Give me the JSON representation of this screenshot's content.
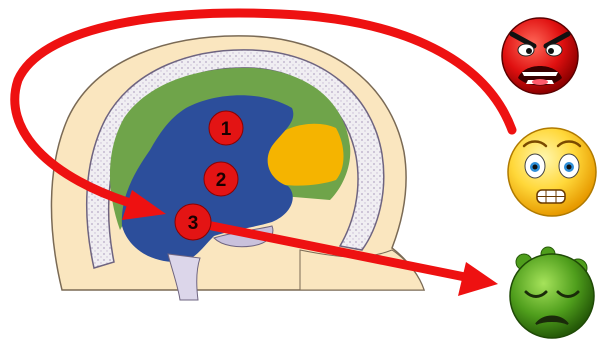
{
  "diagram": {
    "markers": [
      {
        "id": "marker-1",
        "label": "1"
      },
      {
        "id": "marker-2",
        "label": "2"
      },
      {
        "id": "marker-3",
        "label": "3"
      }
    ],
    "emotions": [
      {
        "id": "angry",
        "icon": "angry-face-icon"
      },
      {
        "id": "frightened",
        "icon": "frightened-face-icon"
      },
      {
        "id": "sick",
        "icon": "sick-face-icon"
      }
    ],
    "arrows": [
      {
        "from": "frightened-face",
        "to": "marker-3",
        "icon": "arrow-loop-icon"
      },
      {
        "from": "marker-3",
        "to": "sick-face",
        "icon": "arrow-right-icon"
      }
    ],
    "colors": {
      "arrow": "#ee1111",
      "marker": "#e31414",
      "region_green": "#6fa44a",
      "region_blue": "#2c4e9b",
      "region_yellow": "#f5b400",
      "skin": "#fae6bf"
    }
  }
}
